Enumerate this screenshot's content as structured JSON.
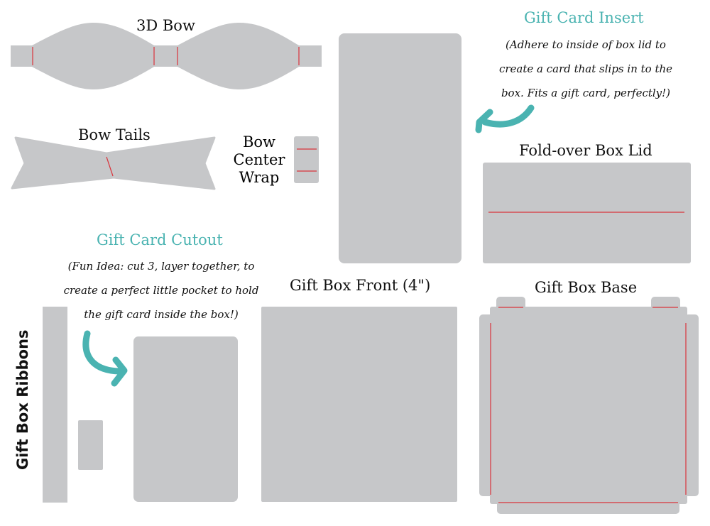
{
  "colors": {
    "piece_fill": "#c6c7c9",
    "score_line": "#d9343c",
    "accent_teal": "#4ab3b1",
    "text": "#111111",
    "background": "#ffffff"
  },
  "pieces": {
    "bow_3d": {
      "label": "3D Bow"
    },
    "bow_tails": {
      "label": "Bow Tails"
    },
    "bow_center_wrap": {
      "label_line1": "Bow",
      "label_line2": "Center",
      "label_line3": "Wrap"
    },
    "gift_card_insert": {
      "title": "Gift Card Insert",
      "note_line1": "(Adhere to inside of box lid to",
      "note_line2": "create a card that slips in to the",
      "note_line3": "box. Fits a gift card, perfectly!)"
    },
    "fold_over_box_lid": {
      "label": "Fold-over Box Lid"
    },
    "gift_card_cutout": {
      "title": "Gift Card Cutout",
      "note_line1": "(Fun Idea: cut 3, layer together, to",
      "note_line2": "create a perfect little pocket to hold",
      "note_line3": "the gift card inside the box!)"
    },
    "gift_box_front": {
      "label": "Gift Box Front (4\")"
    },
    "gift_box_base": {
      "label": "Gift Box Base"
    },
    "gift_box_ribbons": {
      "label": "Gift Box Ribbons"
    }
  },
  "icons": {
    "insert_arrow": "curved-arrow-left",
    "cutout_arrow": "curved-arrow-right"
  }
}
